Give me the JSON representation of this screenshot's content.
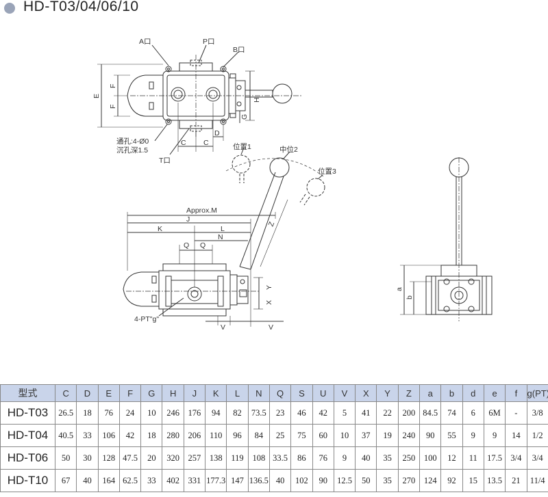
{
  "header": {
    "title": "HD-T03/04/06/10"
  },
  "labels": {
    "port_a": "A口",
    "port_p": "P口",
    "port_b": "B口",
    "port_t": "T口",
    "hole_note_1": "通孔:4-Ø0",
    "hole_note_2": "沉孔深1.5",
    "pos1": "位置1",
    "pos2": "中位2",
    "pos3": "位置3",
    "pt_note": "4-PT\"g\"",
    "approx_m": "Approx.M",
    "dim_E": "E",
    "dim_F1": "F",
    "dim_F2": "F",
    "dim_H": "H",
    "dim_G": "G",
    "dim_C1": "C",
    "dim_C2": "C",
    "dim_D": "D",
    "dim_J": "J",
    "dim_K": "K",
    "dim_L": "L",
    "dim_N": "N",
    "dim_Q1": "Q",
    "dim_Q2": "Q",
    "dim_Z": "Z",
    "dim_X": "X",
    "dim_Y": "Y",
    "dim_V1": "V",
    "dim_V2": "V",
    "dim_a": "a",
    "dim_b": "b"
  },
  "table": {
    "headers": [
      "型式",
      "C",
      "D",
      "E",
      "F",
      "G",
      "H",
      "J",
      "K",
      "L",
      "N",
      "Q",
      "S",
      "U",
      "V",
      "X",
      "Y",
      "Z",
      "a",
      "b",
      "d",
      "e",
      "f",
      "g(PT)"
    ],
    "rows": [
      [
        "HD-T03",
        "26.5",
        "18",
        "76",
        "24",
        "10",
        "246",
        "176",
        "94",
        "82",
        "73.5",
        "23",
        "46",
        "42",
        "5",
        "41",
        "22",
        "200",
        "84.5",
        "74",
        "6",
        "6M",
        "-",
        "3/8"
      ],
      [
        "HD-T04",
        "40.5",
        "33",
        "106",
        "42",
        "18",
        "280",
        "206",
        "110",
        "96",
        "84",
        "25",
        "75",
        "60",
        "10",
        "37",
        "19",
        "240",
        "90",
        "55",
        "9",
        "9",
        "14",
        "1/2"
      ],
      [
        "HD-T06",
        "50",
        "30",
        "128",
        "47.5",
        "20",
        "320",
        "257",
        "138",
        "119",
        "108",
        "33.5",
        "86",
        "76",
        "9",
        "40",
        "35",
        "250",
        "100",
        "12",
        "11",
        "17.5",
        "3/4",
        "3/4"
      ],
      [
        "HD-T10",
        "67",
        "40",
        "164",
        "62.5",
        "33",
        "402",
        "331",
        "177.3",
        "147",
        "136.5",
        "40",
        "102",
        "90",
        "12.5",
        "50",
        "35",
        "270",
        "124",
        "92",
        "15",
        "13.5",
        "21",
        "11/4"
      ]
    ]
  }
}
